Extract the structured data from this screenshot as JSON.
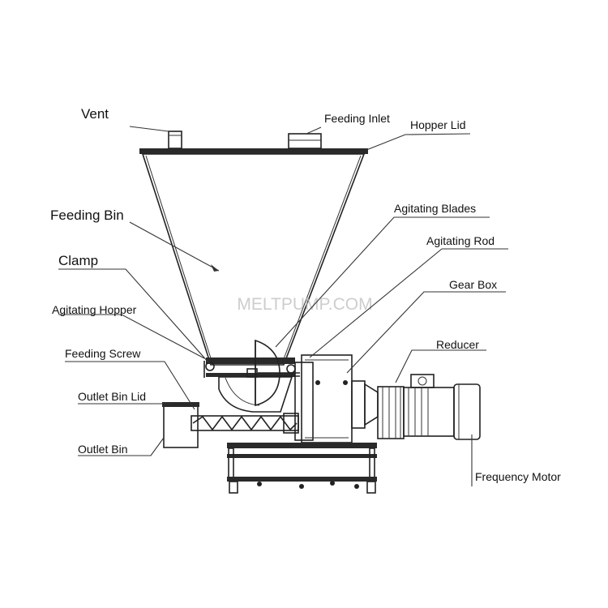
{
  "labels": {
    "vent": "Vent",
    "feeding_inlet": "Feeding Inlet",
    "hopper_lid": "Hopper Lid",
    "feeding_bin": "Feeding Bin",
    "agitating_blades": "Agitating Blades",
    "agitating_rod": "Agitating Rod",
    "clamp": "Clamp",
    "gear_box": "Gear Box",
    "agitating_hopper": "Agitating Hopper",
    "reducer": "Reducer",
    "feeding_screw": "Feeding Screw",
    "outlet_bin_lid": "Outlet Bin Lid",
    "outlet_bin": "Outlet Bin",
    "frequency_motor": "Frequency Motor"
  },
  "watermark": "MELTPUMP.COM",
  "colors": {
    "line": "#222222",
    "fill": "#f4f4f4",
    "watermark": "#bdbdbd"
  }
}
